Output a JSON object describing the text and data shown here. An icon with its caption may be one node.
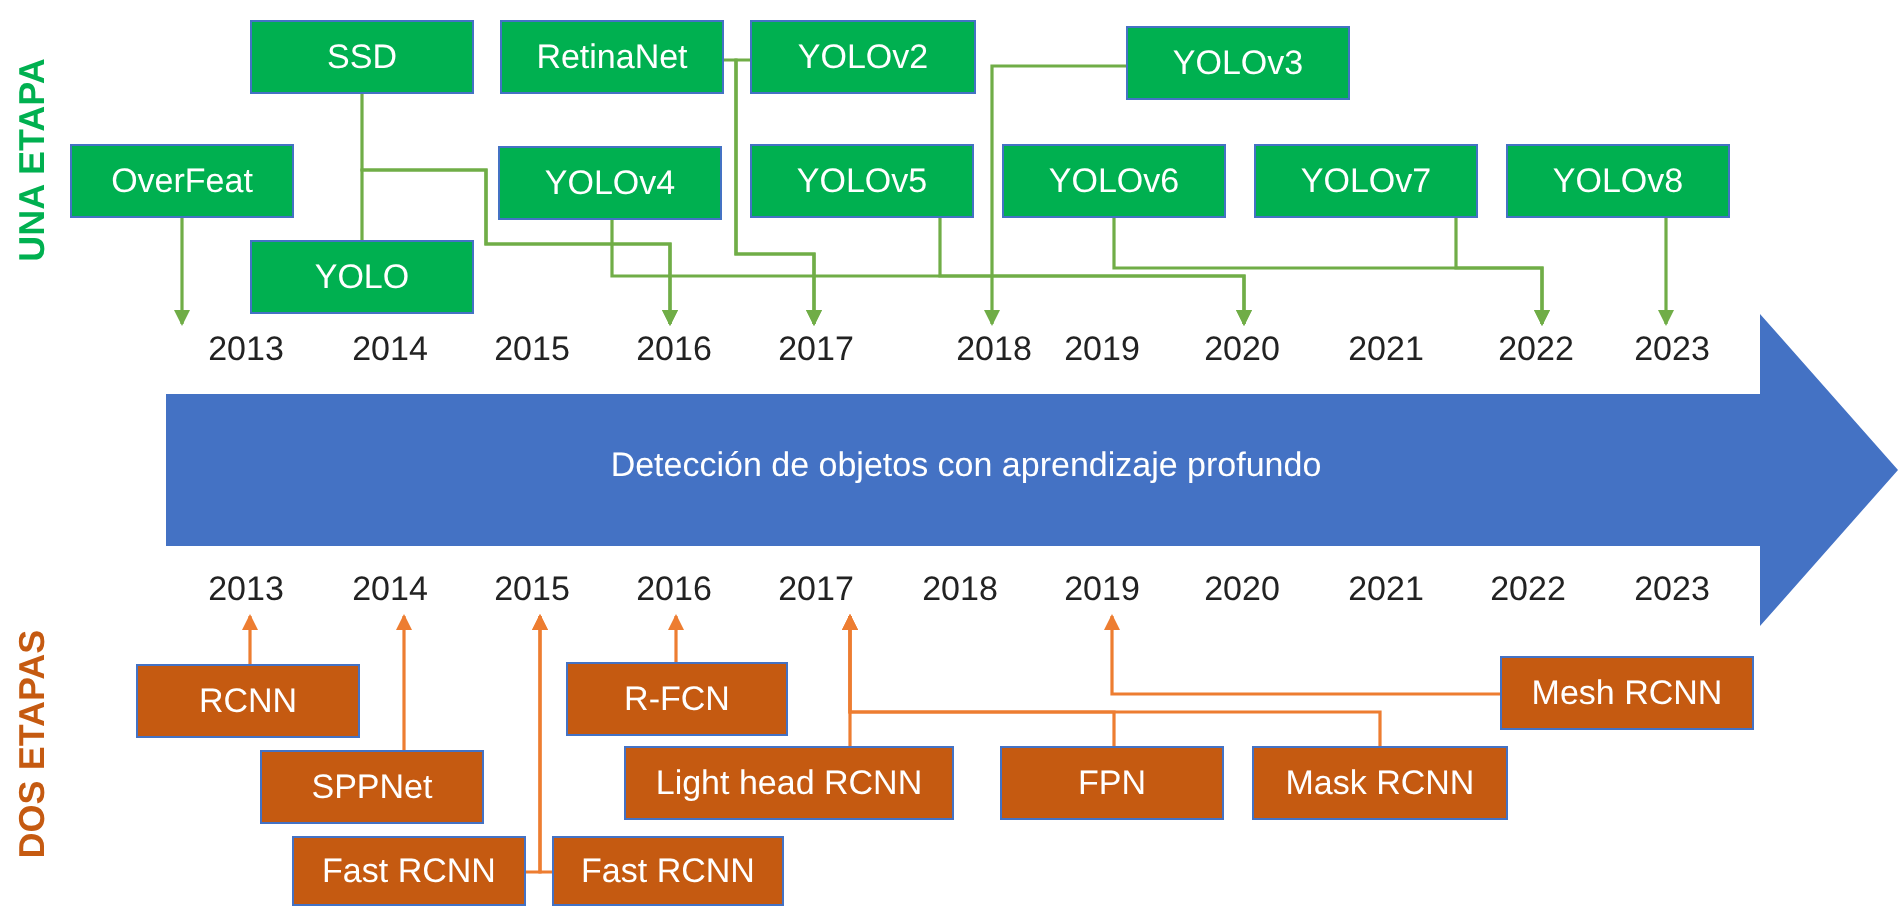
{
  "diagram": {
    "nodes": [
      {
        "text": [
          "SSD"
        ]
      },
      {
        "text": [
          "RetinaNet"
        ]
      },
      {
        "text": [
          "YOLOv2"
        ]
      },
      {
        "text": [
          "YOLOv3"
        ]
      },
      {
        "text": [
          "OverFeat"
        ]
      },
      {
        "text": [
          "YOLOv4"
        ]
      },
      {
        "text": [
          "YOLOv5"
        ]
      },
      {
        "text": [
          "YOLOv6"
        ]
      },
      {
        "text": [
          "YOLOv7"
        ]
      },
      {
        "text": [
          "YOLOv8"
        ]
      },
      {
        "text": [
          "YOLO"
        ]
      },
      {
        "text": [
          "2013"
        ]
      },
      {
        "text": [
          "2016"
        ]
      },
      {
        "text": [
          "2017"
        ]
      },
      {
        "text": [
          "2018"
        ]
      },
      {
        "text": [
          "2020"
        ]
      },
      {
        "text": [
          "2022"
        ]
      },
      {
        "text": [
          "2023"
        ]
      },
      {
        "text": [
          "Detección de objetos con aprendizaje profundo"
        ]
      },
      {
        "text": [
          "2013"
        ]
      },
      {
        "text": [
          "2014"
        ]
      },
      {
        "text": [
          "2015"
        ]
      },
      {
        "text": [
          "2016"
        ]
      },
      {
        "text": [
          "2017"
        ]
      },
      {
        "text": [
          "2019"
        ]
      },
      {
        "text": [
          "Mesh RCNN"
        ]
      },
      {
        "text": [
          "RCNN"
        ]
      },
      {
        "text": [
          "R-FCN"
        ]
      },
      {
        "text": [
          "SPPNet"
        ]
      },
      {
        "text": [
          "Light head RCNN"
        ]
      },
      {
        "text": [
          "FPN"
        ]
      },
      {
        "text": [
          "Mask RCNN"
        ]
      },
      {
        "text": [
          "Fast RCNN"
        ]
      },
      {
        "text": [
          "Fast RCNN"
        ]
      }
    ],
    "edges": [
      {
        "from": 4,
        "to": 11,
        "arrow": "to"
      },
      {
        "from": 0,
        "to": 12,
        "arrow": "to"
      },
      {
        "from": 10,
        "to": 12,
        "arrow": "to"
      },
      {
        "from": 1,
        "to": 13,
        "arrow": "to"
      },
      {
        "from": 2,
        "to": 13,
        "arrow": "to"
      },
      {
        "from": 5,
        "to": 15,
        "arrow": "to"
      },
      {
        "from": 6,
        "to": 15,
        "arrow": "to"
      },
      {
        "from": 3,
        "to": 14,
        "arrow": "to"
      },
      {
        "from": 7,
        "to": 16,
        "arrow": "to"
      },
      {
        "from": 8,
        "to": 16,
        "arrow": "to"
      },
      {
        "from": 9,
        "to": 17,
        "arrow": "to"
      },
      {
        "from": 26,
        "to": 19,
        "arrow": "to",
        "color": "#ed7d31"
      },
      {
        "from": 28,
        "to": 20,
        "arrow": "to",
        "color": "#ed7d31"
      },
      {
        "from": 32,
        "to": 21,
        "arrow": "to",
        "color": "#ed7d31"
      },
      {
        "from": 33,
        "to": 21,
        "arrow": "to",
        "color": "#ed7d31"
      },
      {
        "from": 27,
        "to": 22,
        "arrow": "to",
        "color": "#ed7d31"
      },
      {
        "from": 29,
        "to": 23,
        "arrow": "to",
        "color": "#ed7d31"
      },
      {
        "from": 30,
        "to": 23,
        "arrow": "to",
        "color": "#ed7d31"
      },
      {
        "from": 31,
        "to": 23,
        "arrow": "to",
        "color": "#ed7d31"
      },
      {
        "from": 25,
        "to": 24,
        "arrow": "to",
        "color": "#ed7d31"
      }
    ],
    "labels": [
      "UNA ETAPA",
      "2014",
      "2015",
      "2019",
      "2021",
      "DOS ETAPAS",
      "2018",
      "2020",
      "2021",
      "2022",
      "2023"
    ]
  }
}
